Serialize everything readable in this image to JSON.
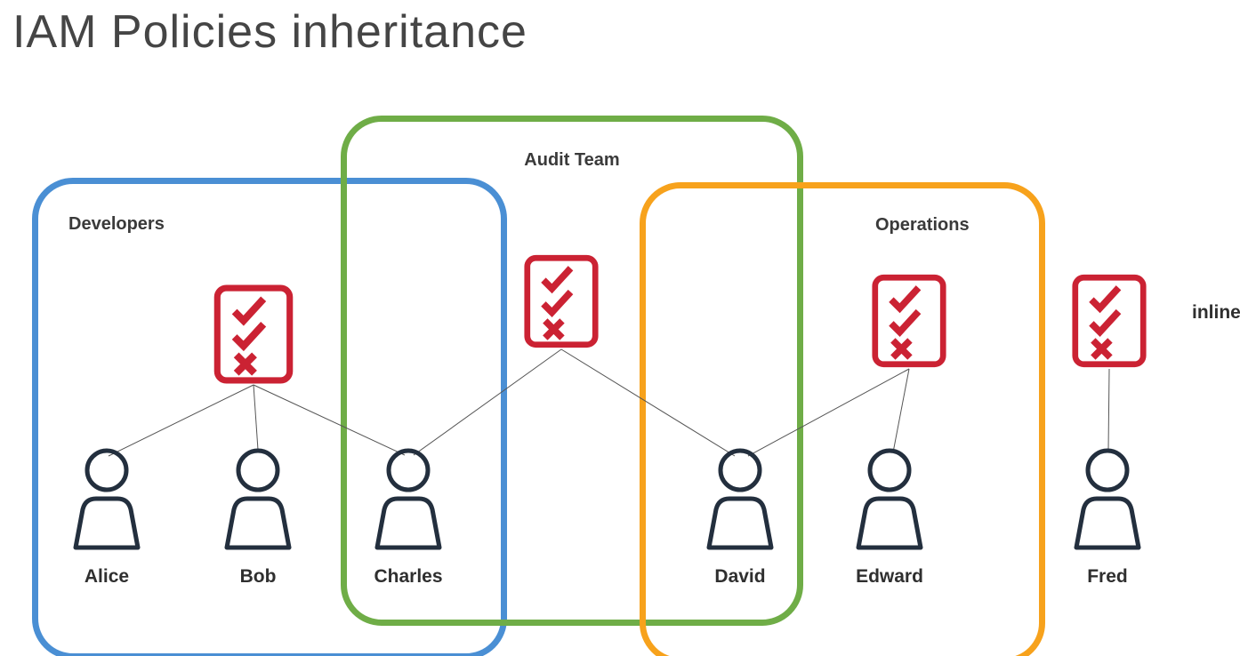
{
  "title": "IAM Policies inheritance",
  "groups": [
    {
      "name": "Developers",
      "border_color": "#4a8fd4",
      "members": [
        "Alice",
        "Bob",
        "Charles"
      ]
    },
    {
      "name": "Audit Team",
      "border_color": "#6fad47",
      "members": [
        "Charles",
        "David"
      ]
    },
    {
      "name": "Operations",
      "border_color": "#f7a21c",
      "members": [
        "David",
        "Edward"
      ]
    }
  ],
  "users": [
    {
      "name": "Alice",
      "icon": "user-icon"
    },
    {
      "name": "Bob",
      "icon": "user-icon"
    },
    {
      "name": "Charles",
      "icon": "user-icon"
    },
    {
      "name": "David",
      "icon": "user-icon"
    },
    {
      "name": "Edward",
      "icon": "user-icon"
    },
    {
      "name": "Fred",
      "icon": "user-icon"
    }
  ],
  "policies": [
    {
      "id": "developers-policy",
      "icon": "policy-checklist-icon",
      "attached_to": [
        "Alice",
        "Bob",
        "Charles"
      ]
    },
    {
      "id": "audit-team-policy",
      "icon": "policy-checklist-icon",
      "attached_to": [
        "Charles",
        "David"
      ]
    },
    {
      "id": "operations-policy",
      "icon": "policy-checklist-icon",
      "attached_to": [
        "David",
        "Edward"
      ]
    },
    {
      "id": "inline-policy",
      "icon": "policy-checklist-icon",
      "label": "inline",
      "attached_to": [
        "Fred"
      ]
    }
  ],
  "colors": {
    "policy_red": "#cb2233",
    "user_outline": "#232f3e",
    "connector": "#555555",
    "title_text": "#454545",
    "label_text": "#2f2f2f"
  }
}
